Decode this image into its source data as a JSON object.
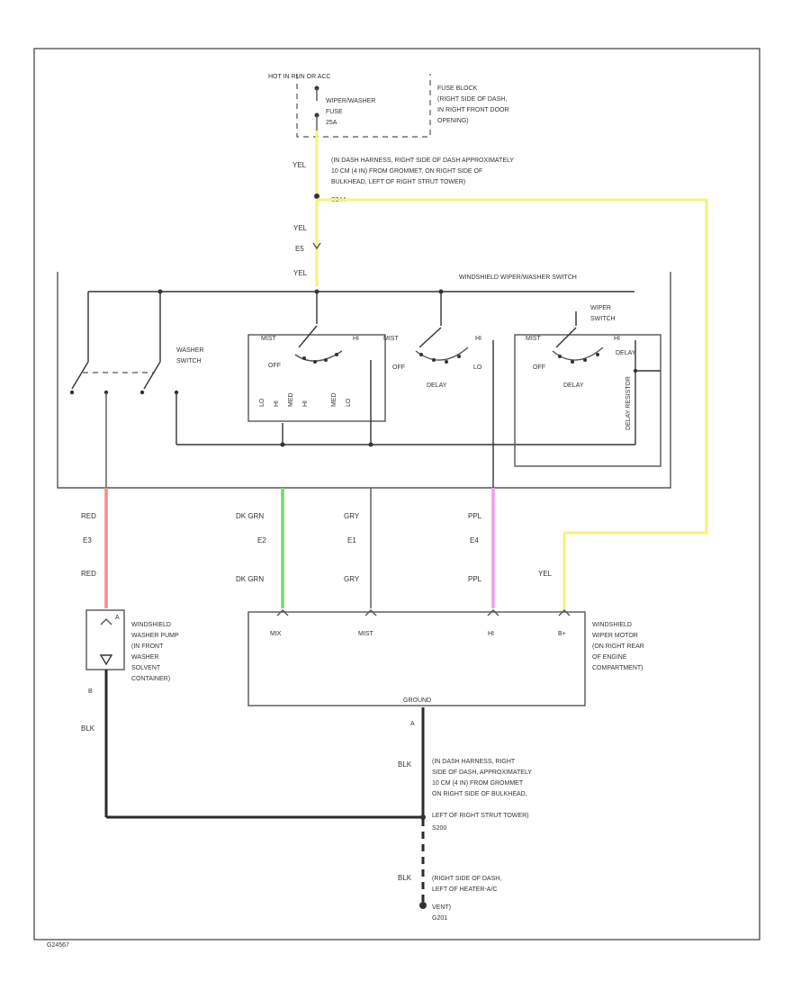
{
  "frame": {
    "corner_code": "G24567"
  },
  "power": {
    "source": "HOT IN RUN OR ACC",
    "fuse_lines": [
      "WIPER/WASHER",
      "FUSE",
      "25A"
    ],
    "fuse_block_lines": [
      "FUSE BLOCK",
      "(RIGHT SIDE OF DASH,",
      "IN RIGHT FRONT DOOR",
      "OPENING)"
    ]
  },
  "splice_top": {
    "wire": "YEL",
    "lines": [
      "(IN DASH HARNESS, RIGHT SIDE OF DASH APPROXIMATELY",
      "10 CM (4 IN) FROM GROMMET, ON RIGHT SIDE OF",
      "BULKHEAD, LEFT OF RIGHT STRUT TOWER)",
      "S244"
    ]
  },
  "connector_e5": {
    "wire_top": "YEL",
    "pin": "E5",
    "wire_bottom": "YEL"
  },
  "switch": {
    "title": "WINDSHIELD WIPER/WASHER SWITCH",
    "washer_switch": [
      "WASHER",
      "SWITCH"
    ],
    "wiper_switch": [
      "WIPER",
      "SWITCH"
    ],
    "contacts": [
      "MIST",
      "HI",
      "MIST",
      "HI",
      "MIST",
      "HI"
    ],
    "positions": [
      "OFF",
      "DELAY",
      "OFF",
      "LO",
      "DELAY",
      "OFF",
      "DELAY"
    ],
    "vertical_labels": [
      "LO",
      "HI",
      "MED",
      "HI",
      "MED",
      "LO"
    ],
    "resistor_label": "DELAY RESISTOR"
  },
  "wires": [
    {
      "color": "RED",
      "pin": "E3",
      "color_bottom": "RED"
    },
    {
      "color": "DK GRN",
      "pin": "E2",
      "color_bottom": "DK GRN"
    },
    {
      "color": "GRY",
      "pin": "E1",
      "color_bottom": "GRY"
    },
    {
      "color": "PPL",
      "pin": "E4",
      "color_bottom": "PPL"
    },
    {
      "color": "YEL"
    }
  ],
  "pump": {
    "lines": [
      "WINDSHIELD",
      "WASHER PUMP",
      "(IN FRONT",
      "WASHER",
      "SOLVENT",
      "CONTAINER)"
    ],
    "terminal_a": "A",
    "terminal_b": "B",
    "ground_wire": "BLK"
  },
  "motor": {
    "terminals": [
      "MIX",
      "MIST",
      "HI",
      "B+"
    ],
    "lines": [
      "WINDSHIELD",
      "WIPER MOTOR",
      "(ON RIGHT REAR",
      "OF ENGINE",
      "COMPARTMENT)"
    ],
    "ground_label": "GROUND",
    "ground_pin": "A"
  },
  "splice_bottom": {
    "wire": "BLK",
    "lines": [
      "(IN DASH HARNESS, RIGHT",
      "SIDE OF DASH, APPROXIMATELY",
      "10 CM (4 IN) FROM GROMMET",
      "ON RIGHT SIDE OF BULKHEAD,",
      "LEFT OF RIGHT STRUT TOWER)",
      "S200"
    ]
  },
  "ground_point": {
    "wire": "BLK",
    "lines": [
      "(RIGHT SIDE OF DASH,",
      "LEFT OF HEATER-A/C",
      "VENT)",
      "G201"
    ]
  },
  "colors": {
    "yellow_wire": "#f3f37a",
    "red_wire": "#f38c8c",
    "green_wire": "#6edc6e",
    "purple_wire": "#f29cf2",
    "black_wire": "#2b2b2b"
  }
}
